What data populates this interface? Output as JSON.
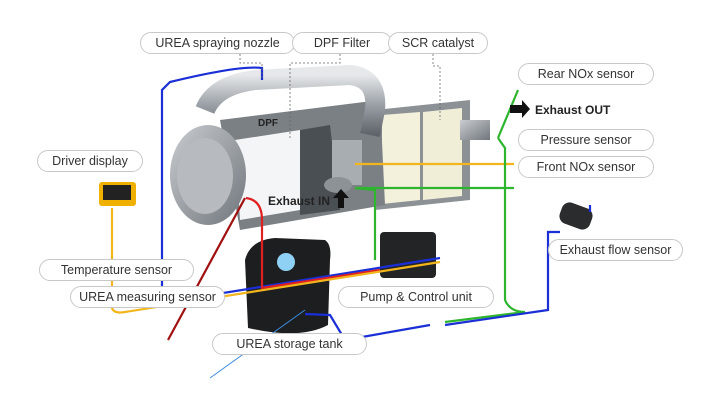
{
  "labels": {
    "urea_nozzle": "UREA spraying nozzle",
    "dpf_filter": "DPF Filter",
    "scr_catalyst": "SCR catalyst",
    "rear_nox": "Rear NOx sensor",
    "pressure": "Pressure sensor",
    "front_nox": "Front NOx sensor",
    "driver_display": "Driver display",
    "exhaust_flow": "Exhaust flow sensor",
    "temperature": "Temperature sensor",
    "urea_measuring": "UREA measuring sensor",
    "pump_control": "Pump & Control unit",
    "urea_tank": "UREA storage tank"
  },
  "annotations": {
    "exhaust_out": "Exhaust OUT",
    "exhaust_in": "Exhaust IN",
    "dpf": "DPF"
  },
  "colors": {
    "blue_wire": "#1a2fd6",
    "red_wire": "#e02020",
    "green_wire": "#2db52d",
    "yellow_wire": "#f2b51c",
    "dark_red_wire": "#a01010",
    "light_blue_wire": "#3a8de0"
  }
}
